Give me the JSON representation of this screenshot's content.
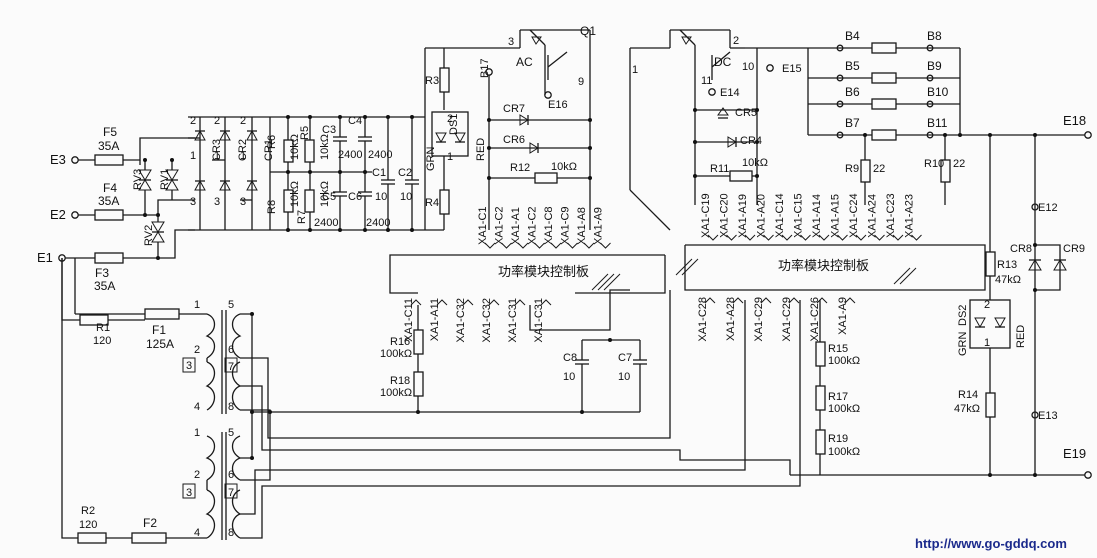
{
  "terminals": {
    "e1": "E1",
    "e2": "E2",
    "e3": "E3",
    "e12": "E12",
    "e13": "E13",
    "e14": "E14",
    "e15": "E15",
    "e16": "E16",
    "e18": "E18",
    "e19": "E19",
    "b17": "B17"
  },
  "fuses": {
    "f5": "F5",
    "f5v": "35A",
    "f4": "F4",
    "f4v": "35A",
    "f3": "F3",
    "f3v": "35A",
    "f1": "F1",
    "f1v": "125A",
    "f2": "F2"
  },
  "resistors": {
    "r1": "R1",
    "r1v": "120",
    "r2": "R2",
    "r2v": "120",
    "r3": "R3",
    "r4": "R4",
    "r5": "R5",
    "r5v": "10kΩ",
    "r6": "R6",
    "r6v": "10kΩ",
    "r7": "R7",
    "r7v": "10kΩ",
    "r8": "R8",
    "r9": "R9",
    "r9v": "22",
    "r10": "R10",
    "r10v": "22",
    "r11": "R11",
    "r11v": "10kΩ",
    "r12": "R12",
    "r12v": "10kΩ",
    "r13": "R13",
    "r13v": "47kΩ",
    "r14": "R14",
    "r14v": "47kΩ",
    "r15": "R15",
    "r15v": "100kΩ",
    "r16": "R16",
    "r16v": "100kΩ",
    "r17": "R17",
    "r17v": "100kΩ",
    "r18": "R18",
    "r18v": "100kΩ",
    "r19": "R19",
    "r19v": "100kΩ"
  },
  "capacitors": {
    "c1": "C1",
    "c1v": "10",
    "c2": "C2",
    "c2v": "10",
    "c3": "C3",
    "c3v": "2400",
    "c4": "C4",
    "c4v": "2400",
    "c5": "C5",
    "c5v": "2400",
    "c6": "C6",
    "c6v": "2400",
    "c7": "C7",
    "c7v": "10",
    "c8": "C8",
    "c8v": "10"
  },
  "varistors": {
    "rv1": "RV1",
    "rv2": "RV2",
    "rv3": "RV3"
  },
  "rectifiers": {
    "cr1": "CR1",
    "cr2": "CR2",
    "cr3": "CR3",
    "cr4": "CR4",
    "cr5": "CR5",
    "cr6": "CR6",
    "cr7": "CR7",
    "cr8": "CR8",
    "cr9": "CR9"
  },
  "indicators": {
    "ds1": "DS1",
    "ds2": "DS2",
    "grn": "GRN",
    "red": "RED"
  },
  "transistors": {
    "q1": "Q1",
    "ac": "AC",
    "dc": "DC"
  },
  "transistor_pins": {
    "p3": "3",
    "p9": "9",
    "p1": "1",
    "p2": "2",
    "p10": "10",
    "p11": "11"
  },
  "brackets": {
    "b4": "B4",
    "b5": "B5",
    "b6": "B6",
    "b7": "B7",
    "b8": "B8",
    "b9": "B9",
    "b10": "B10",
    "b11": "B11"
  },
  "boards": {
    "left": "功率模块控制板",
    "right": "功率模块控制板"
  },
  "left_pins_top": [
    "XA1-C1",
    "XA1-C2",
    "XA1-A1",
    "XA1-C2",
    "XA1-C8",
    "XA1-C9",
    "XA1-A8",
    "XA1-A9"
  ],
  "left_pins_bottom": [
    "XA1-C11",
    "XA1-A11",
    "XA1-C32",
    "XA1-C32",
    "XA1-C31",
    "XA1-C31"
  ],
  "right_pins_top": [
    "XA1-C19",
    "XA1-C20",
    "XA1-A19",
    "XA1-A20",
    "XA1-C14",
    "XA1-C15",
    "XA1-A14",
    "XA1-A15",
    "XA1-C24",
    "XA1-A24",
    "XA1-C23",
    "XA1-A23"
  ],
  "right_pins_bottom": [
    "XA1-C28",
    "XA1-A28",
    "XA1-C29",
    "XA1-C29",
    "XA1-C26",
    "XA1-A9"
  ],
  "transformer_pins": [
    "1",
    "2",
    "3",
    "4",
    "5",
    "6",
    "7",
    "8"
  ],
  "bridge_pins": [
    "1",
    "2",
    "3"
  ],
  "indicator_pins": [
    "1",
    "2"
  ],
  "watermark": "http://www.go-gddq.com"
}
